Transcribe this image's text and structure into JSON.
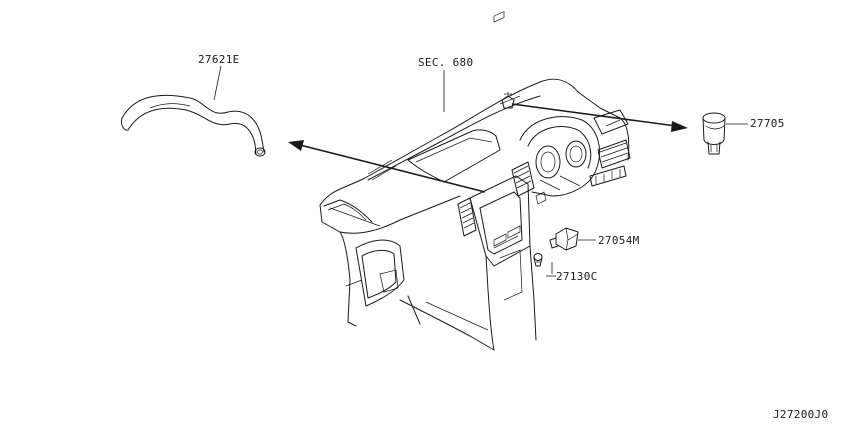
{
  "labels": {
    "hose": "27621E",
    "section_ref": "SEC. 680",
    "sensor_top": "27705",
    "switch": "27054M",
    "clip": "27130C",
    "diagram_code": "J27200J0"
  }
}
